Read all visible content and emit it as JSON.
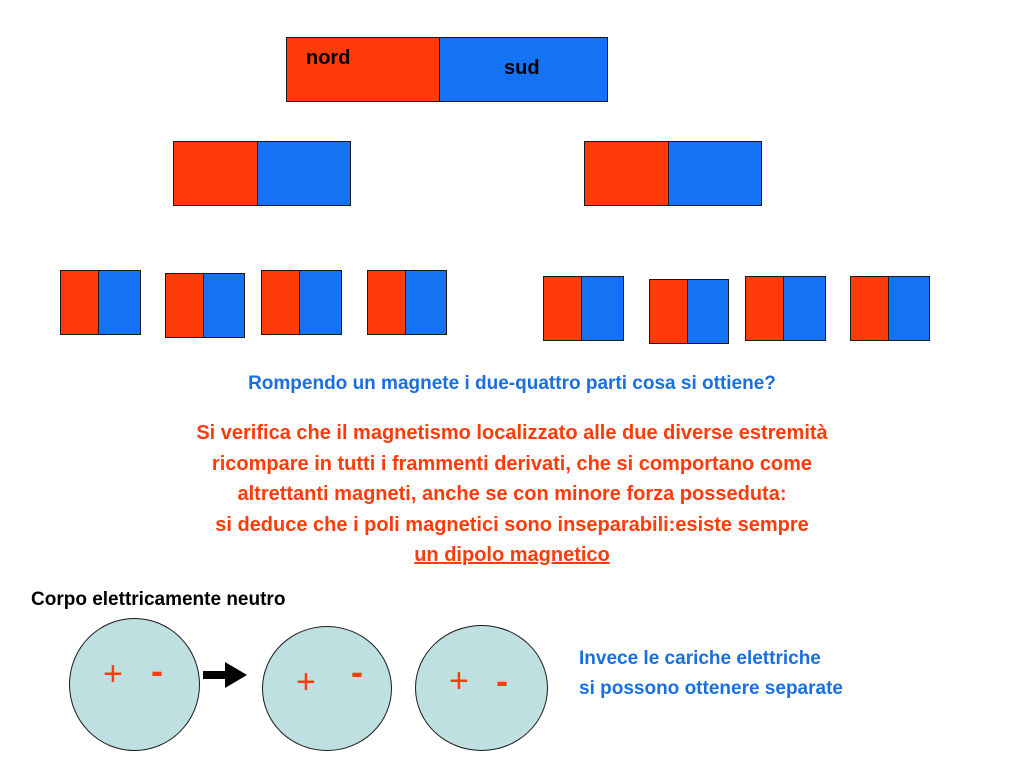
{
  "magnet": {
    "north_label": "nord",
    "south_label": "sud",
    "north_color": "#ff3b0a",
    "south_color": "#1473f5"
  },
  "question": "Rompendo un magnete i due-quattro parti cosa si ottiene?",
  "answer": {
    "lines": [
      "Si verifica che il  magnetismo localizzato alle due diverse estremità",
      "ricompare in tutti i frammenti derivati, che si comportano come",
      "altrettanti magneti, anche se con minore forza posseduta:",
      "si deduce che i poli magnetici sono inseparabili:esiste sempre"
    ],
    "underlined": "un dipolo magnetico"
  },
  "charges": {
    "title": "Corpo elettricamente neutro",
    "plus": "+",
    "minus": "-",
    "note_lines": [
      "Invece le cariche elettriche",
      "si possono ottenere separate"
    ],
    "body_color": "#bfe0e0",
    "text_color": "#1a6fe0"
  }
}
